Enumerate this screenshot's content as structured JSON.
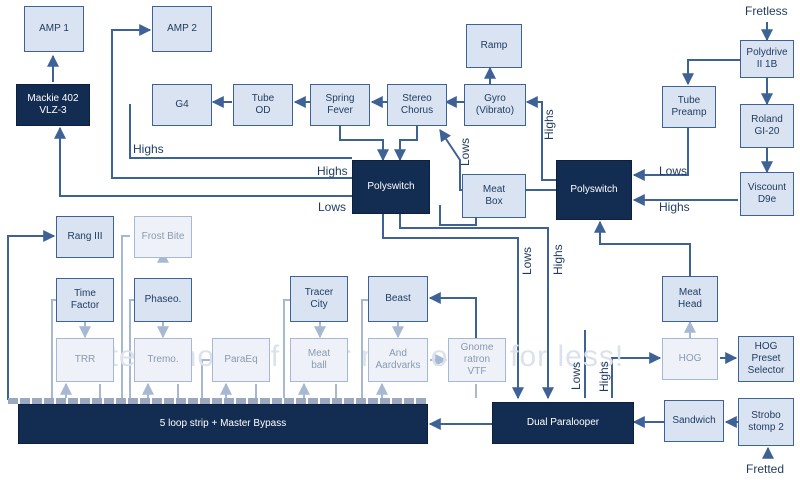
{
  "boxes": {
    "amp1": "AMP 1",
    "amp2": "AMP 2",
    "mackie": "Mackie 402\nVLZ-3",
    "g4": "G4",
    "tube_od": "Tube\nOD",
    "spring_fever": "Spring\nFever",
    "stereo_chorus": "Stereo\nChorus",
    "gyro": "Gyro\n(Vibrato)",
    "ramp": "Ramp",
    "polydrive": "Polydrive\nII 1B",
    "tube_preamp": "Tube\nPreamp",
    "roland": "Roland\nGI-20",
    "viscount": "Viscount\nD9e",
    "polyswitch_left": "Polyswitch",
    "polyswitch_right": "Polyswitch",
    "meat_box": "Meat\nBox",
    "rang": "Rang III",
    "frost_bite": "Frost Bite",
    "time_factor": "Time\nFactor",
    "phaseo": "Phaseo.",
    "tracer_city": "Tracer\nCity",
    "beast": "Beast",
    "meat_head": "Meat\nHead",
    "trr": "TRR",
    "tremo": "Tremo.",
    "paraeq": "ParaEq",
    "meat_ball": "Meat\nball",
    "and_aardvarks": "And\nAardvarks",
    "gnome": "Gnome\nratron\nVTF",
    "hog": "HOG",
    "hog_preset": "HOG\nPreset\nSelector",
    "loop_strip": "5 loop strip + Master Bypass",
    "dual_paralooper": "Dual Paralooper",
    "sandwich": "Sandwich",
    "strobo": "Strobo\nstomp 2"
  },
  "labels": {
    "fretless": "Fretless",
    "fretted": "Fretted",
    "highs_g4": "Highs",
    "highs_ps_left": "Highs",
    "lows_ps_left": "Lows",
    "lows_vertical_meatbox": "Lows",
    "highs_vertical_gyro": "Highs",
    "lows_right": "Lows",
    "highs_right": "Highs",
    "lows_vertical_mid": "Lows",
    "highs_vertical_mid": "Highs",
    "lows_vertical_bottom": "Lows",
    "highs_vertical_bottom": "Highs"
  },
  "watermark": "Protect more of your memories for less!",
  "colors": {
    "dark": "#132c52",
    "light": "#d9e3f1",
    "line": "#3f6296",
    "faded_line": "#a7b8d2"
  }
}
